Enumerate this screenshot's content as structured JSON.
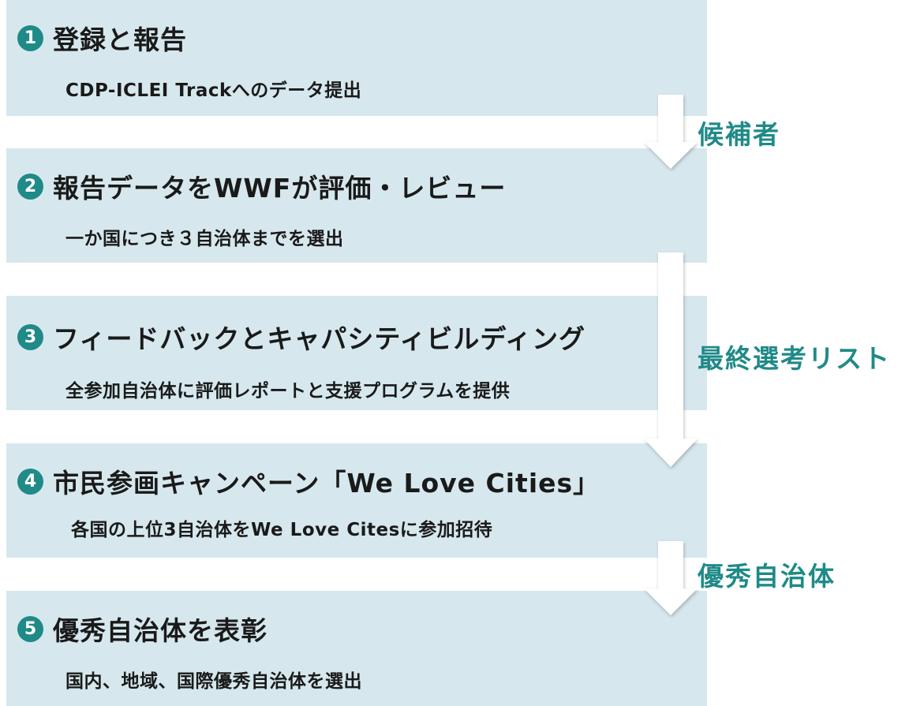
{
  "steps": [
    {
      "num": "1",
      "title": "登録と報告",
      "subtitle": "CDP-ICLEI Trackへのデータ提出"
    },
    {
      "num": "2",
      "title": "報告データをWWFが評価・レビュー",
      "subtitle": "一か国につき３自治体までを選出"
    },
    {
      "num": "3",
      "title": "フィードバックとキャパシティビルディング",
      "subtitle": "全参加自治体に評価レポートと支援プログラムを提供"
    },
    {
      "num": "4",
      "title": "市民参画キャンペーン「We Love Cities」",
      "subtitle": "各国の上位3自治体をWe Love Citesに参加招待"
    },
    {
      "num": "5",
      "title": "優秀自治体を表彰",
      "subtitle": "国内、地域、国際優秀自治体を選出"
    }
  ],
  "stages": [
    {
      "label": "候補者"
    },
    {
      "label": "最終選考リスト"
    },
    {
      "label": "優秀自治体"
    }
  ],
  "colors": {
    "box_bg": "#d6e8ee",
    "accent": "#1f8a87",
    "text": "#1a1a1a"
  }
}
